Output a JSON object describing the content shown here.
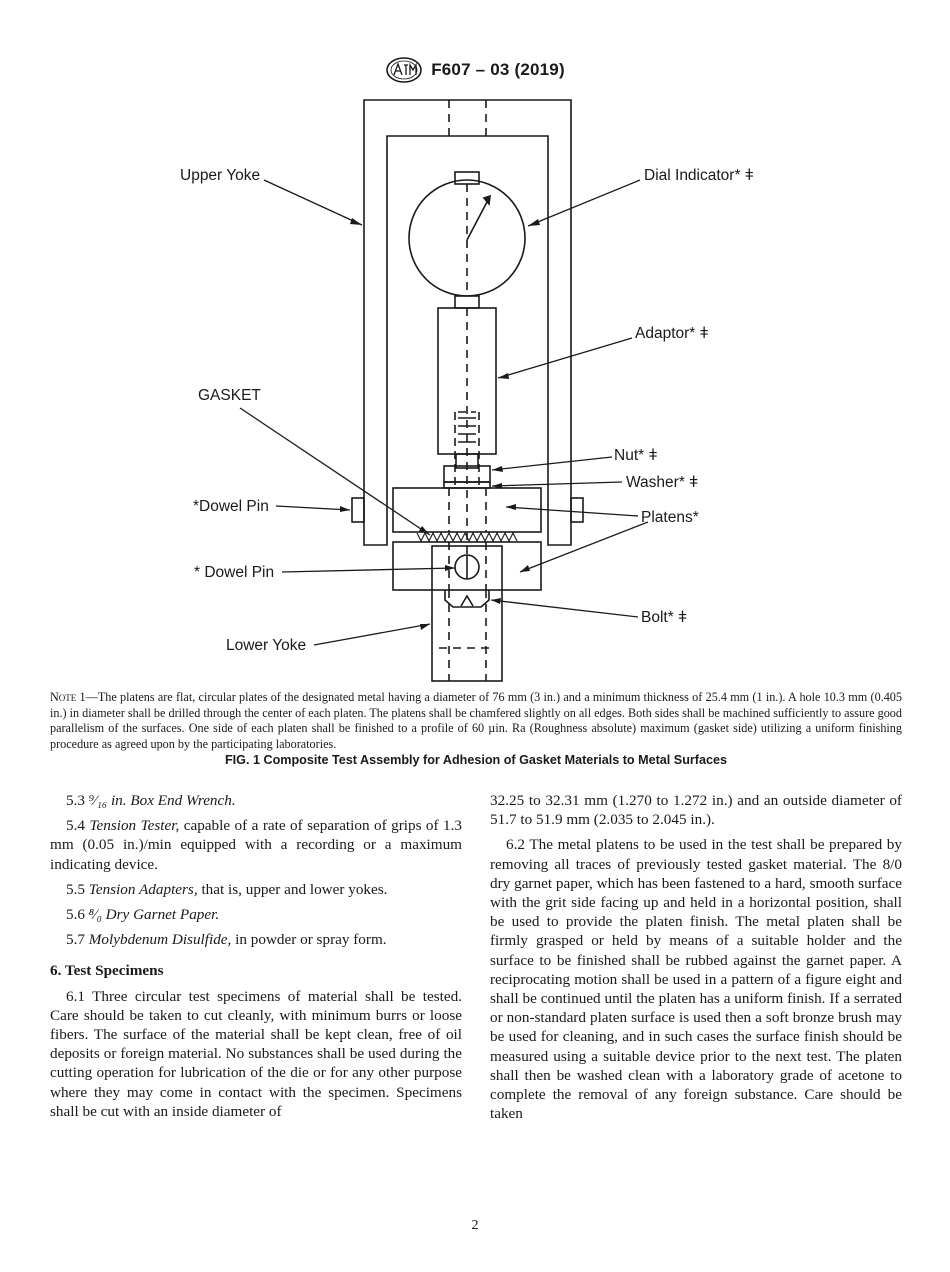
{
  "header": {
    "designation": "F607 – 03 (2019)",
    "logo_text": "ASTM"
  },
  "figure": {
    "labels": {
      "upper_yoke": "Upper Yoke",
      "dial_indicator": "Dial Indicator* ǂ",
      "adaptor": "Adaptor* ǂ",
      "gasket": "GASKET",
      "nut": "Nut* ǂ",
      "washer": "Washer* ǂ",
      "dowel_pin_upper": "*Dowel Pin",
      "platens": "Platens*",
      "dowel_pin_lower": "* Dowel Pin",
      "bolt": "Bolt* ǂ",
      "lower_yoke": "Lower Yoke"
    },
    "note_label": "Note 1",
    "note_text": "—The platens are flat, circular plates of the designated metal having a diameter of 76 mm (3 in.) and a minimum thickness of 25.4 mm (1 in.). A hole 10.3 mm (0.405 in.) in diameter shall be drilled through the center of each platen. The platens shall be chamfered slightly on all edges. Both sides shall be machined sufficiently to assure good parallelism of the surfaces. One side of each platen shall be finished to a profile of 60 µin. Ra (Roughness absolute) maximum (gasket side) utilizing a uniform finishing procedure as agreed upon by the participating laboratories.",
    "caption": "FIG. 1 Composite Test Assembly for Adhesion of Gasket Materials to Metal Surfaces"
  },
  "left_column": {
    "s5_3_num": "5.3",
    "s5_3_title": "⁹⁄₁₆ in. Box End Wrench.",
    "s5_4_num": "5.4",
    "s5_4_title": "Tension Tester,",
    "s5_4_text": "capable of a rate of separation of grips of 1.3 mm (0.05 in.)/min equipped with a recording or a maximum indicating device.",
    "s5_5_num": "5.5",
    "s5_5_title": "Tension Adapters,",
    "s5_5_text": "that is, upper and lower yokes.",
    "s5_6_num": "5.6",
    "s5_6_title": "⁸⁄₀ Dry Garnet Paper.",
    "s5_7_num": "5.7",
    "s5_7_title": "Molybdenum Disulfide,",
    "s5_7_text": "in powder or spray form.",
    "s6_heading": "6. Test Specimens",
    "s6_1_num": "6.1",
    "s6_1_text": "Three circular test specimens of material shall be tested. Care should be taken to cut cleanly, with minimum burrs or loose fibers. The surface of the material shall be kept clean, free of oil deposits or foreign material. No substances shall be used during the cutting operation for lubrication of the die or for any other purpose where they may come in contact with the specimen. Specimens shall be cut with an inside diameter of"
  },
  "right_column": {
    "continuation": "32.25 to 32.31 mm (1.270 to 1.272 in.) and an outside diameter of 51.7 to 51.9 mm (2.035 to 2.045 in.).",
    "s6_2_num": "6.2",
    "s6_2_text": "The metal platens to be used in the test shall be prepared by removing all traces of previously tested gasket material. The 8/0 dry garnet paper, which has been fastened to a hard, smooth surface with the grit side facing up and held in a horizontal position, shall be used to provide the platen finish. The metal platen shall be firmly grasped or held by means of a suitable holder and the surface to be finished shall be rubbed against the garnet paper. A reciprocating motion shall be used in a pattern of a figure eight and shall be continued until the platen has a uniform finish. If a serrated or non-standard platen surface is used then a soft bronze brush may be used for cleaning, and in such cases the surface finish should be measured using a suitable device prior to the next test. The platen shall then be washed clean with a laboratory grade of acetone to complete the removal of any foreign substance. Care should be taken"
  },
  "page_number": "2"
}
